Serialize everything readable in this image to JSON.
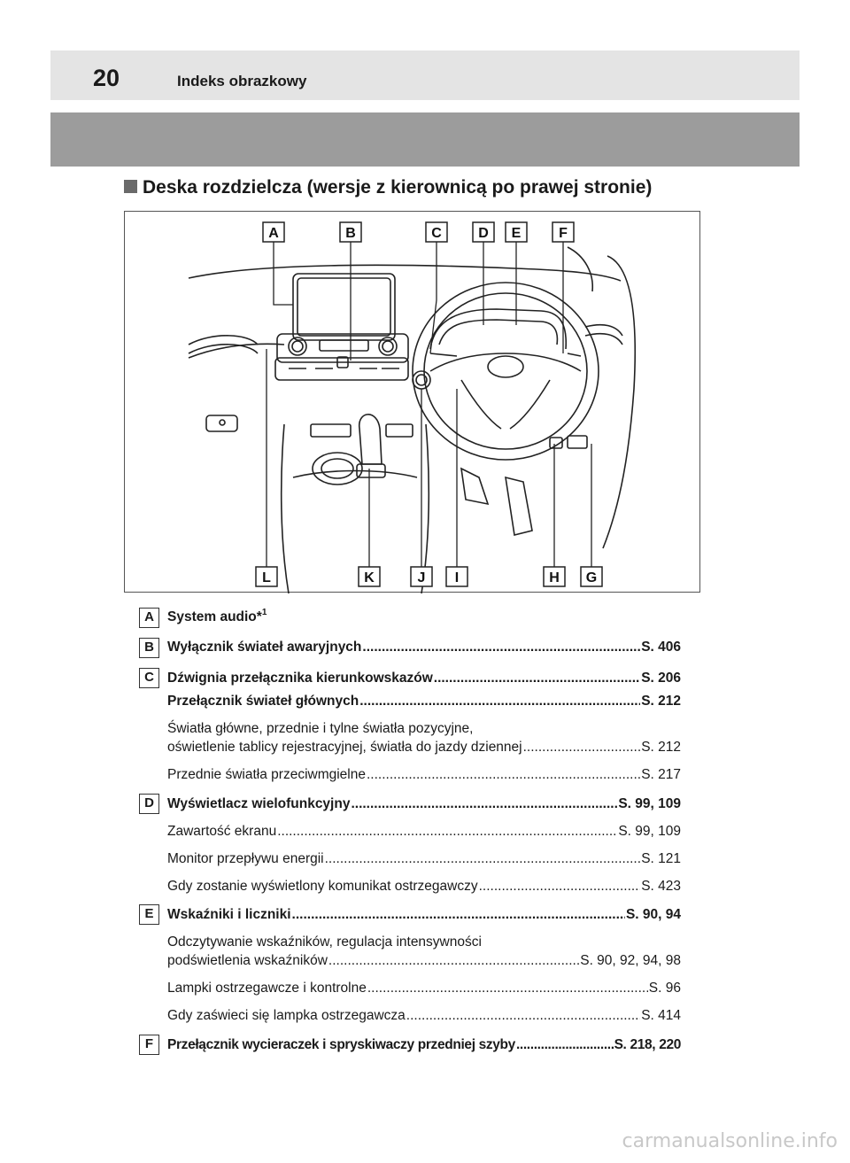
{
  "header": {
    "page_number": "20",
    "section_title": "Indeks obrazkowy"
  },
  "subtitle": "Deska rozdzielcza (wersje z kierownicą po prawej stronie)",
  "figure": {
    "callouts_top": [
      "A",
      "B",
      "C",
      "D",
      "E",
      "F"
    ],
    "callouts_bottom": [
      "L",
      "K",
      "J",
      "I",
      "H",
      "G"
    ]
  },
  "entries": [
    {
      "letter": "A",
      "main": [
        {
          "label": "System audio*",
          "sup": "1",
          "ref": ""
        }
      ],
      "subs": []
    },
    {
      "letter": "B",
      "main": [
        {
          "label": "Wyłącznik świateł awaryjnych",
          "ref": "S. 406"
        }
      ],
      "subs": []
    },
    {
      "letter": "C",
      "main": [
        {
          "label": "Dźwignia przełącznika kierunkowskazów",
          "ref": "S. 206"
        },
        {
          "label": "Przełącznik świateł głównych",
          "ref": "S. 212"
        }
      ],
      "subs": [
        {
          "line1": "Światła główne, przednie i tylne światła pozycyjne,",
          "label": "oświetlenie tablicy rejestracyjnej, światła do jazdy dziennej",
          "ref": "S. 212"
        },
        {
          "label": "Przednie światła przeciwmgielne",
          "ref": "S. 217"
        }
      ]
    },
    {
      "letter": "D",
      "main": [
        {
          "label": "Wyświetlacz wielofunkcyjny",
          "ref": "S. 99, 109"
        }
      ],
      "subs": [
        {
          "label": "Zawartość ekranu",
          "ref": "S. 99, 109"
        },
        {
          "label": "Monitor przepływu energii",
          "ref": "S. 121"
        },
        {
          "label": "Gdy zostanie wyświetlony komunikat ostrzegawczy",
          "ref": "S. 423"
        }
      ]
    },
    {
      "letter": "E",
      "main": [
        {
          "label": "Wskaźniki i liczniki",
          "ref": "S. 90, 94"
        }
      ],
      "subs": [
        {
          "line1": "Odczytywanie wskaźników, regulacja intensywności",
          "label": "podświetlenia wskaźników",
          "ref": "S. 90, 92, 94, 98"
        },
        {
          "label": "Lampki ostrzegawcze i kontrolne",
          "ref": "S. 96"
        },
        {
          "label": "Gdy zaświeci się lampka ostrzegawcza",
          "ref": "S. 414"
        }
      ]
    },
    {
      "letter": "F",
      "main": [
        {
          "label": "Przełącznik wycieraczek i spryskiwaczy przedniej szyby",
          "ref": "S. 218, 220"
        }
      ],
      "subs": []
    }
  ],
  "watermark": "carmanualsonline.info"
}
